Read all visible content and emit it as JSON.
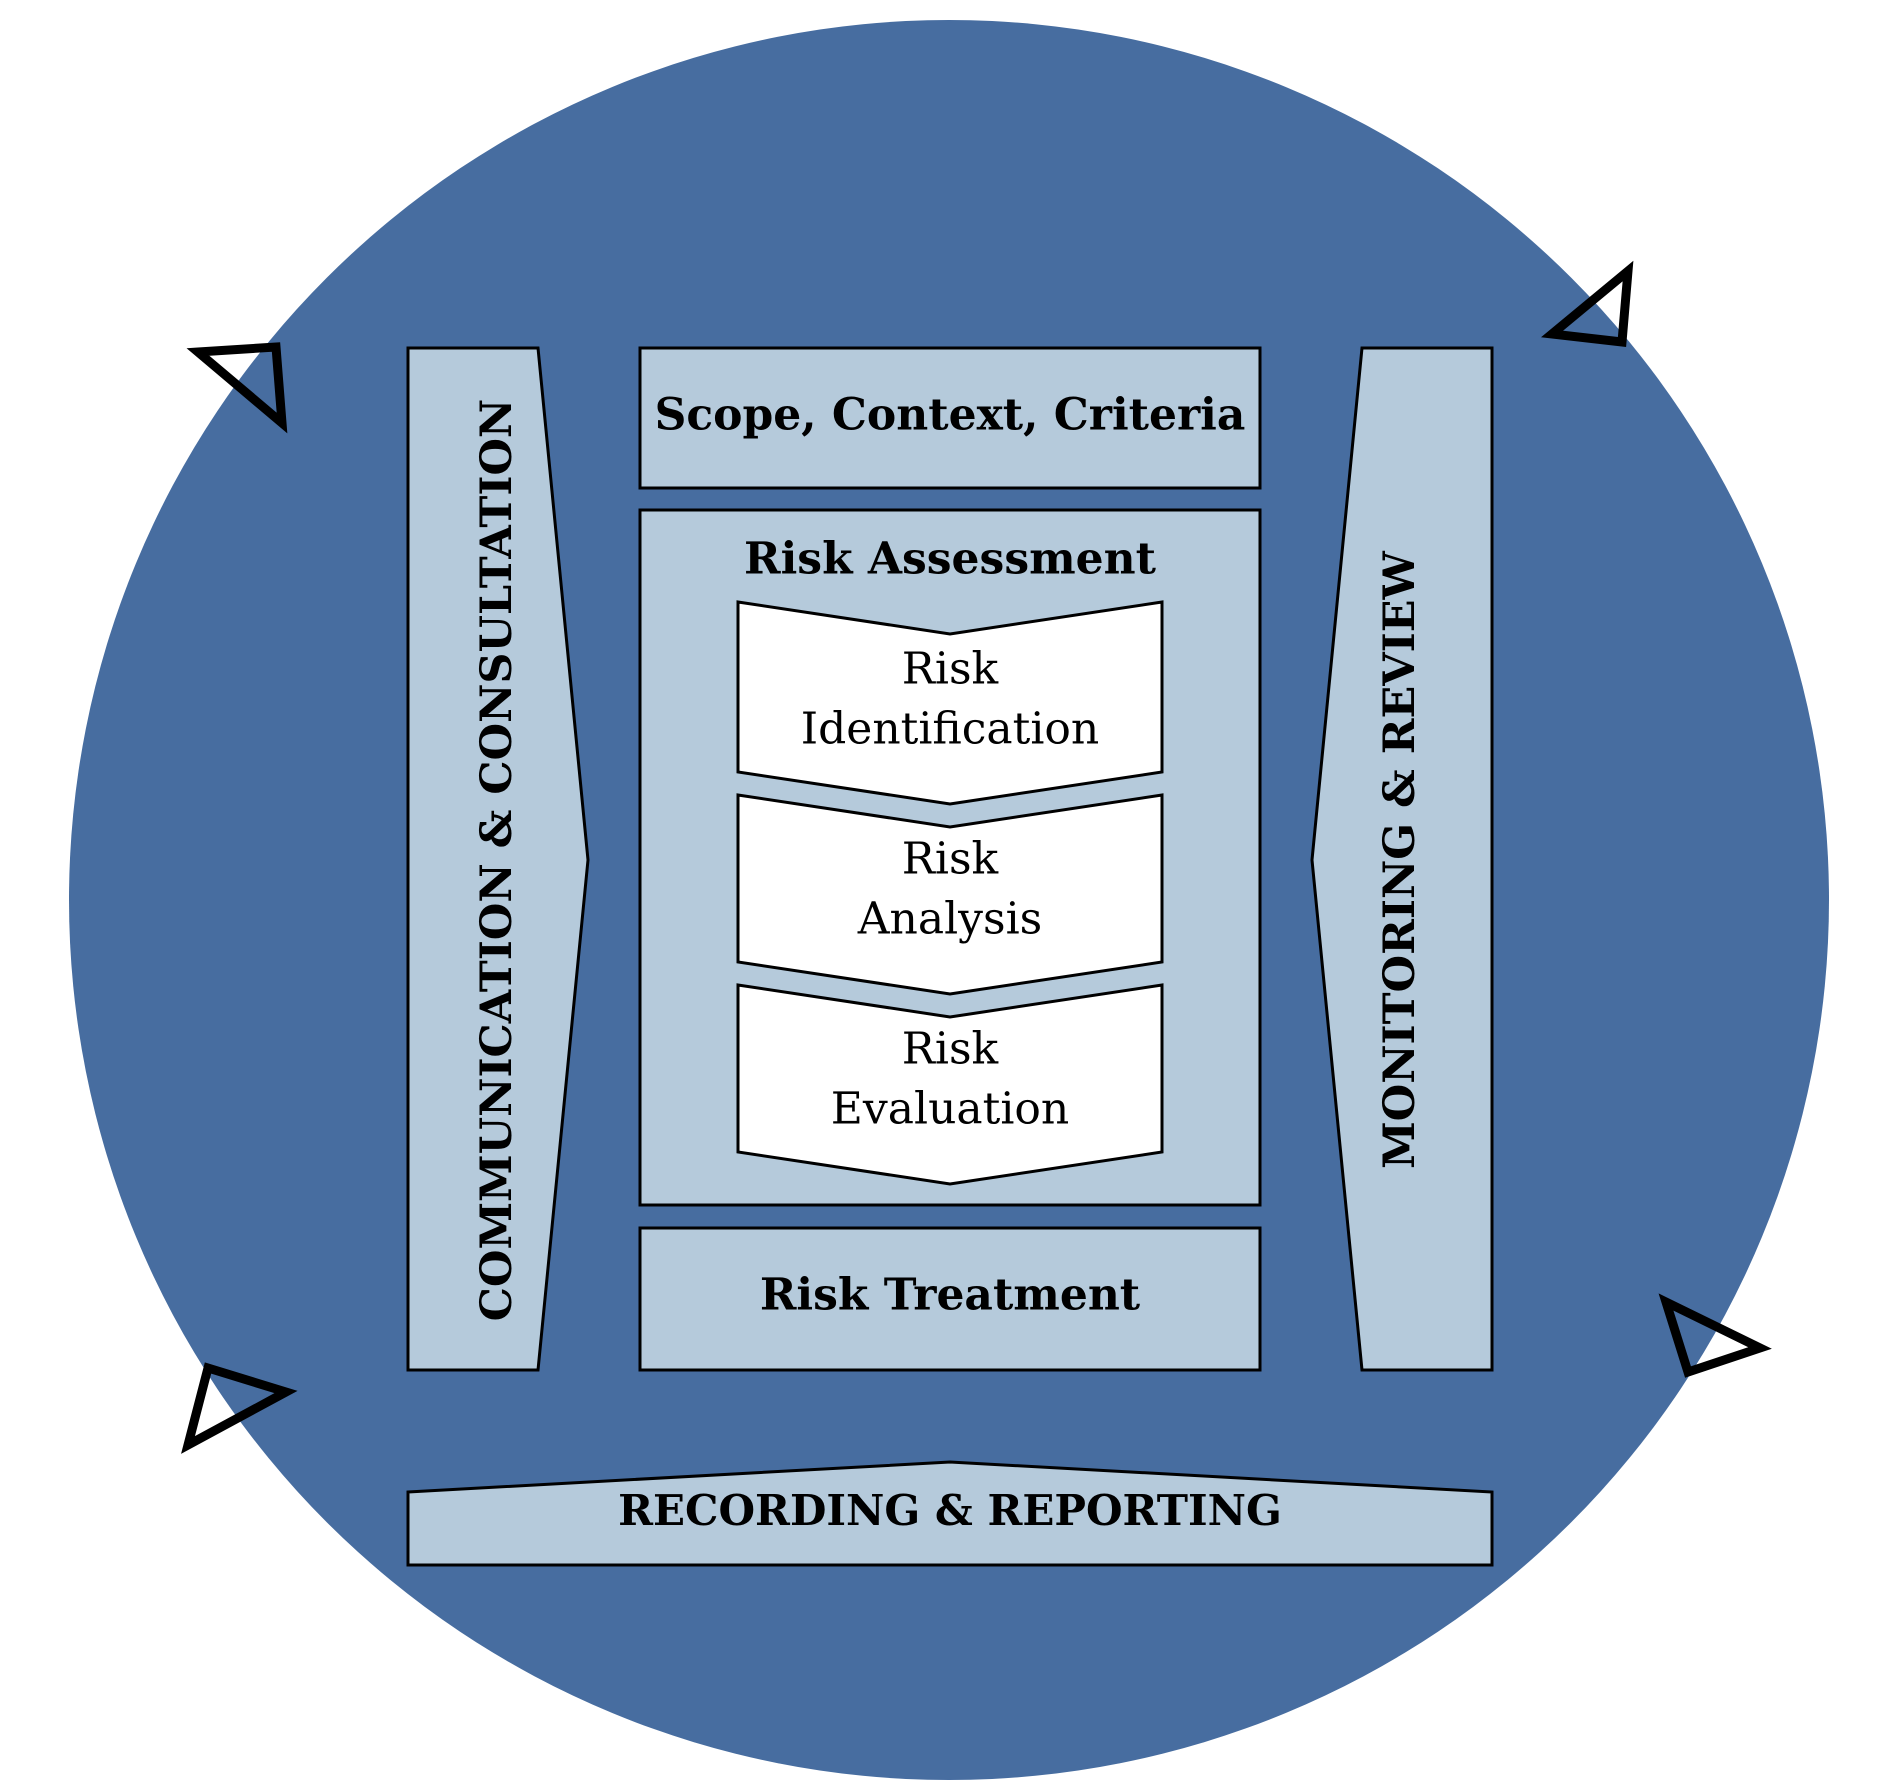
{
  "colors": {
    "circle": "#476da0",
    "panel": "#b5cadb",
    "step": "#ffffff",
    "stroke": "#000000"
  },
  "side": {
    "left_label": "COMMUNICATION & CONSULTATION",
    "right_label": "MONITORING & REVIEW"
  },
  "main": {
    "scope": "Scope, Context, Criteria",
    "assessment_title": "Risk Assessment",
    "steps": [
      {
        "line1": "Risk",
        "line2": "Identification"
      },
      {
        "line1": "Risk",
        "line2": "Analysis"
      },
      {
        "line1": "Risk",
        "line2": "Evaluation"
      }
    ],
    "treatment": "Risk Treatment"
  },
  "bottom": {
    "label": "RECORDING & REPORTING"
  },
  "arrows": {
    "icon": "open-triangle-arrow-icon",
    "count": 4
  }
}
